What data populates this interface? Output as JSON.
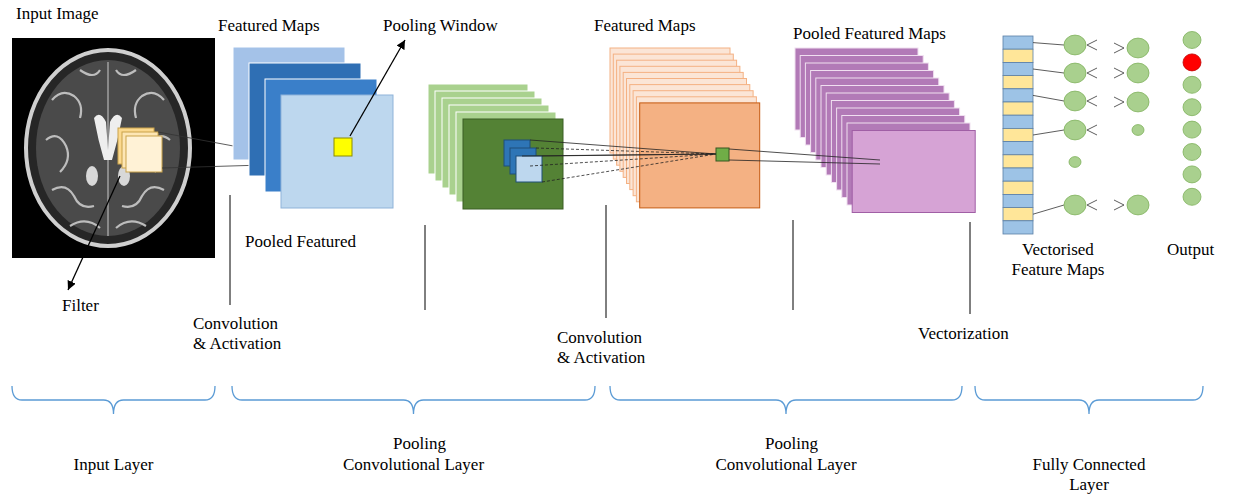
{
  "diagram": {
    "labels": [
      "Input Image",
      "Featured Maps",
      "Pooling Window",
      "Featured Maps",
      "Pooled Featured Maps",
      "Filter",
      "Pooled Featured",
      "Convolution & Activation",
      "Pooling",
      "Convolution & Activation",
      "Pooling",
      "Vectorization",
      "Vectorised Feature Maps",
      "Output",
      "Input Layer",
      "Convolutional Layer",
      "Convolutional Layer",
      "Fully Connected Layer"
    ]
  }
}
